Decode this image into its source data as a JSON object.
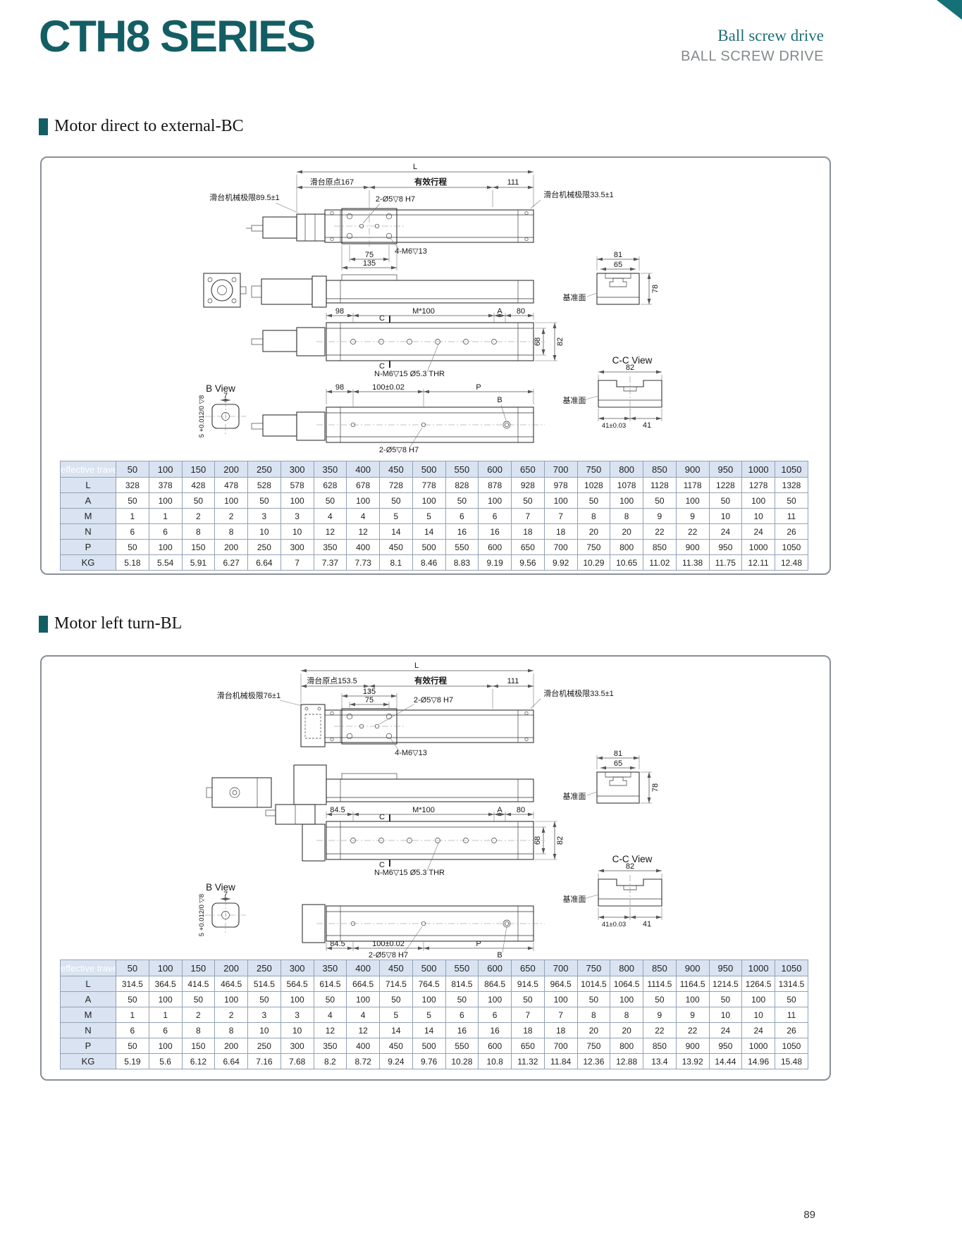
{
  "page": {
    "title": "CTH8 SERIES",
    "tagline": "Ball screw drive",
    "tagline2": "BALL SCREW DRIVE",
    "page_number": "89",
    "accent_color": "#135e64"
  },
  "bc": {
    "heading": "Motor direct to external-BC",
    "d": {
      "L": "L",
      "origin": "滑台原点167",
      "travel": "有效行程",
      "n111": "111",
      "limitL": "滑台机械极限89.5±1",
      "limitR": "滑台机械极限33.5±1",
      "holes2": "2-Ø5▽8 H7",
      "m6": "4-M6▽13",
      "n75": "75",
      "n135": "135",
      "n81": "81",
      "n65": "65",
      "n78": "78",
      "datum": "基准面",
      "pitch0": "98",
      "m100": "M*100",
      "A": "A",
      "n80": "80",
      "C": "C",
      "n68": "68",
      "n82": "82",
      "ccview": "C-C View",
      "cc82": "82",
      "nm6": "N-M6▽15 Ø5.3 THR",
      "datum2": "基准面",
      "n41a": "41±0.03",
      "n41b": "41",
      "bview": "B View",
      "n7": "7",
      "pin": "5 +0.012/0 ▽8",
      "pitch0b": "98",
      "n100": "100±0.02",
      "P": "P",
      "B": "B",
      "holes2b": "2-Ø5▽8 H7"
    },
    "table": {
      "corner": "effective travel",
      "columns": [
        "50",
        "100",
        "150",
        "200",
        "250",
        "300",
        "350",
        "400",
        "450",
        "500",
        "550",
        "600",
        "650",
        "700",
        "750",
        "800",
        "850",
        "900",
        "950",
        "1000",
        "1050"
      ],
      "rows": [
        {
          "label": "L",
          "values": [
            "328",
            "378",
            "428",
            "478",
            "528",
            "578",
            "628",
            "678",
            "728",
            "778",
            "828",
            "878",
            "928",
            "978",
            "1028",
            "1078",
            "1128",
            "1178",
            "1228",
            "1278",
            "1328"
          ]
        },
        {
          "label": "A",
          "values": [
            "50",
            "100",
            "50",
            "100",
            "50",
            "100",
            "50",
            "100",
            "50",
            "100",
            "50",
            "100",
            "50",
            "100",
            "50",
            "100",
            "50",
            "100",
            "50",
            "100",
            "50"
          ]
        },
        {
          "label": "M",
          "values": [
            "1",
            "1",
            "2",
            "2",
            "3",
            "3",
            "4",
            "4",
            "5",
            "5",
            "6",
            "6",
            "7",
            "7",
            "8",
            "8",
            "9",
            "9",
            "10",
            "10",
            "11"
          ]
        },
        {
          "label": "N",
          "values": [
            "6",
            "6",
            "8",
            "8",
            "10",
            "10",
            "12",
            "12",
            "14",
            "14",
            "16",
            "16",
            "18",
            "18",
            "20",
            "20",
            "22",
            "22",
            "24",
            "24",
            "26"
          ]
        },
        {
          "label": "P",
          "values": [
            "50",
            "100",
            "150",
            "200",
            "250",
            "300",
            "350",
            "400",
            "450",
            "500",
            "550",
            "600",
            "650",
            "700",
            "750",
            "800",
            "850",
            "900",
            "950",
            "1000",
            "1050"
          ]
        },
        {
          "label": "KG",
          "values": [
            "5.18",
            "5.54",
            "5.91",
            "6.27",
            "6.64",
            "7",
            "7.37",
            "7.73",
            "8.1",
            "8.46",
            "8.83",
            "9.19",
            "9.56",
            "9.92",
            "10.29",
            "10.65",
            "11.02",
            "11.38",
            "11.75",
            "12.11",
            "12.48"
          ]
        }
      ]
    }
  },
  "bl": {
    "heading": "Motor left turn-BL",
    "d": {
      "L": "L",
      "origin": "滑台原点153.5",
      "travel": "有效行程",
      "n111": "111",
      "limitL": "滑台机械极限76±1",
      "limitR": "滑台机械极限33.5±1",
      "holes2": "2-Ø5▽8 H7",
      "m6": "4-M6▽13",
      "n75": "75",
      "n135": "135",
      "n81": "81",
      "n65": "65",
      "n78": "78",
      "datum": "基准面",
      "pitch0": "84.5",
      "m100": "M*100",
      "A": "A",
      "n80": "80",
      "C": "C",
      "n68": "68",
      "n82": "82",
      "ccview": "C-C View",
      "cc82": "82",
      "nm6": "N-M6▽15 Ø5.3 THR",
      "datum2": "基准面",
      "n41a": "41±0.03",
      "n41b": "41",
      "bview": "B View",
      "n7": "7",
      "pin": "5 +0.012/0 ▽8",
      "pitch0b": "84.5",
      "n100": "100±0.02",
      "P": "P",
      "B": "B",
      "holes2b": "2-Ø5▽8 H7"
    },
    "table": {
      "corner": "effective travel",
      "columns": [
        "50",
        "100",
        "150",
        "200",
        "250",
        "300",
        "350",
        "400",
        "450",
        "500",
        "550",
        "600",
        "650",
        "700",
        "750",
        "800",
        "850",
        "900",
        "950",
        "1000",
        "1050"
      ],
      "rows": [
        {
          "label": "L",
          "values": [
            "314.5",
            "364.5",
            "414.5",
            "464.5",
            "514.5",
            "564.5",
            "614.5",
            "664.5",
            "714.5",
            "764.5",
            "814.5",
            "864.5",
            "914.5",
            "964.5",
            "1014.5",
            "1064.5",
            "1114.5",
            "1164.5",
            "1214.5",
            "1264.5",
            "1314.5"
          ]
        },
        {
          "label": "A",
          "values": [
            "50",
            "100",
            "50",
            "100",
            "50",
            "100",
            "50",
            "100",
            "50",
            "100",
            "50",
            "100",
            "50",
            "100",
            "50",
            "100",
            "50",
            "100",
            "50",
            "100",
            "50"
          ]
        },
        {
          "label": "M",
          "values": [
            "1",
            "1",
            "2",
            "2",
            "3",
            "3",
            "4",
            "4",
            "5",
            "5",
            "6",
            "6",
            "7",
            "7",
            "8",
            "8",
            "9",
            "9",
            "10",
            "10",
            "11"
          ]
        },
        {
          "label": "N",
          "values": [
            "6",
            "6",
            "8",
            "8",
            "10",
            "10",
            "12",
            "12",
            "14",
            "14",
            "16",
            "16",
            "18",
            "18",
            "20",
            "20",
            "22",
            "22",
            "24",
            "24",
            "26"
          ]
        },
        {
          "label": "P",
          "values": [
            "50",
            "100",
            "150",
            "200",
            "250",
            "300",
            "350",
            "400",
            "450",
            "500",
            "550",
            "600",
            "650",
            "700",
            "750",
            "800",
            "850",
            "900",
            "950",
            "1000",
            "1050"
          ]
        },
        {
          "label": "KG",
          "values": [
            "5.19",
            "5.6",
            "6.12",
            "6.64",
            "7.16",
            "7.68",
            "8.2",
            "8.72",
            "9.24",
            "9.76",
            "10.28",
            "10.8",
            "11.32",
            "11.84",
            "12.36",
            "12.88",
            "13.4",
            "13.92",
            "14.44",
            "14.96",
            "15.48"
          ]
        }
      ]
    }
  }
}
